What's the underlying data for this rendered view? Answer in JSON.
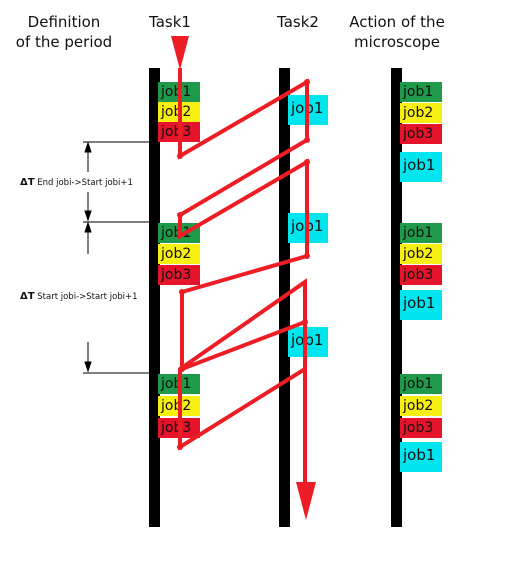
{
  "headers": {
    "definition": [
      "Definition",
      "of the period"
    ],
    "task1": "Task1",
    "task2": "Task2",
    "microscope": [
      "Action of the",
      "microscope"
    ]
  },
  "job_labels": {
    "job1": "job1",
    "job2": "job2",
    "job3": "job3"
  },
  "colors": {
    "job1": "#1e9a4a",
    "job2": "#f7ee12",
    "job3": "#e5142a",
    "task2_job": "#00e5ee",
    "arrow": "#ee1c25",
    "bar": "#000000"
  },
  "annotations": {
    "delta_symbol": "ΔT",
    "end_to_start": " End jobi->Start jobi+1",
    "start_to_start": " Start jobi->Start jobi+1"
  }
}
